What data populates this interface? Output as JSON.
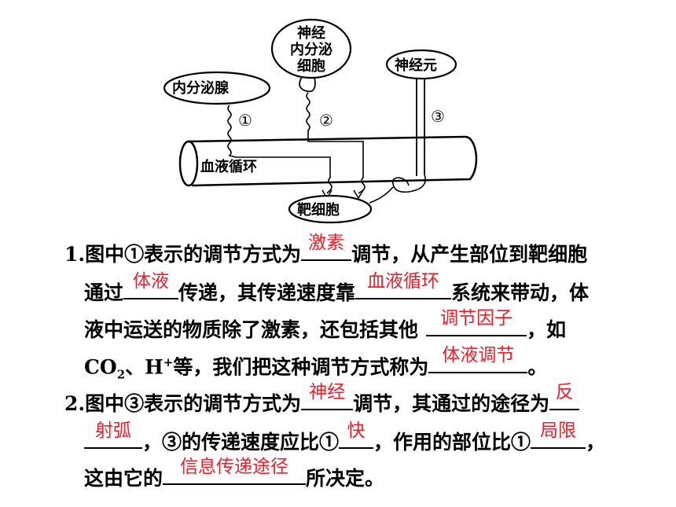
{
  "diagram": {
    "neuroendocrine_cell": [
      "神经",
      "内分泌",
      "细胞"
    ],
    "endocrine_gland": "内分泌腺",
    "neuron": "神经元",
    "blood_circulation": "血液循环",
    "target_cell": "靶细胞",
    "markers": [
      "①",
      "②",
      "③"
    ]
  },
  "q1": {
    "line1_a": "1.图中①表示的调节方式为",
    "ans1": "激素",
    "line1_b": "调节，从产生部位到靶细胞",
    "line2_a": "通过",
    "ans2": "体液",
    "line2_b": "传递，其传递速度靠",
    "ans3": "血液循环",
    "line2_c": "系统来带动，体",
    "line3_a": "液中运送的物质除了激素，还包括其他",
    "ans4": "调节因子",
    "line3_b": "，如",
    "line4_co": "CO",
    "line4_co_sub": "2",
    "line4_h": "、H",
    "line4_h_sup": "+",
    "line4_b": "等，我们把这种调节方式称为",
    "ans5": "体液调节",
    "line4_c": "。"
  },
  "q2": {
    "line1_a": "2.图中③表示的调节方式为",
    "ans1": "神经",
    "line1_b": "调节，其通过的途径为",
    "ans2": "反",
    "ans3": "射弧",
    "line2_b": "，③的传递速度应比①",
    "ans4": "快",
    "line2_c": "，作用的部位比①",
    "ans5": "局限",
    "line2_d": "，",
    "line3_a": "这由它的",
    "ans6": "信息传递途径",
    "line3_b": "所决定。"
  }
}
